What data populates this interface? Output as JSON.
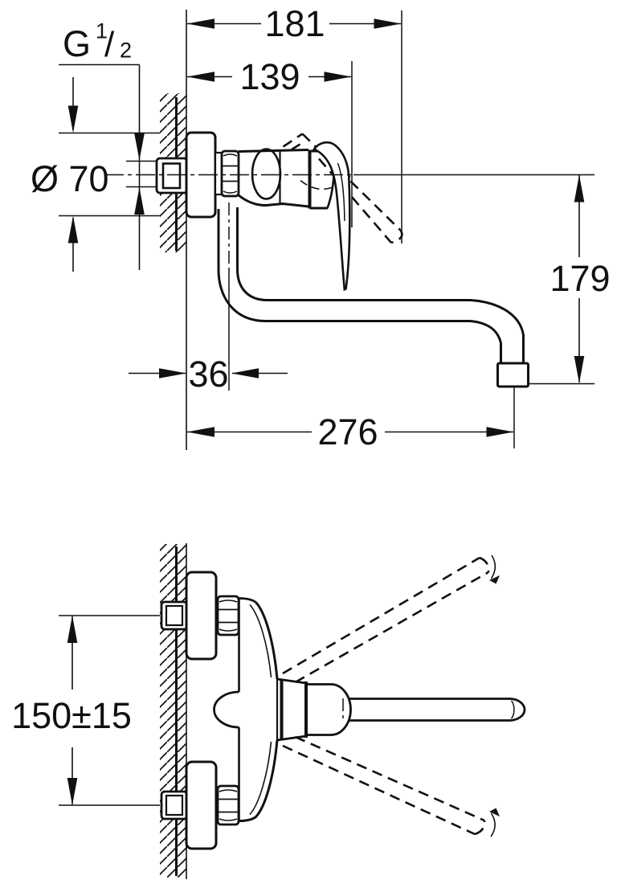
{
  "page": {
    "background": "#ffffff",
    "ink": "#111111",
    "description_visible_views": 2
  },
  "labels": {
    "thread": {
      "g": "G",
      "numerator": "1",
      "slash": "/",
      "denominator": "2"
    },
    "flange_diameter": "Ø 70",
    "reach_total": "181",
    "reach_body": "139",
    "drop_height": "179",
    "spout_axis_offset": "36",
    "spout_reach": "276",
    "inlet_spacing": "150±15"
  }
}
